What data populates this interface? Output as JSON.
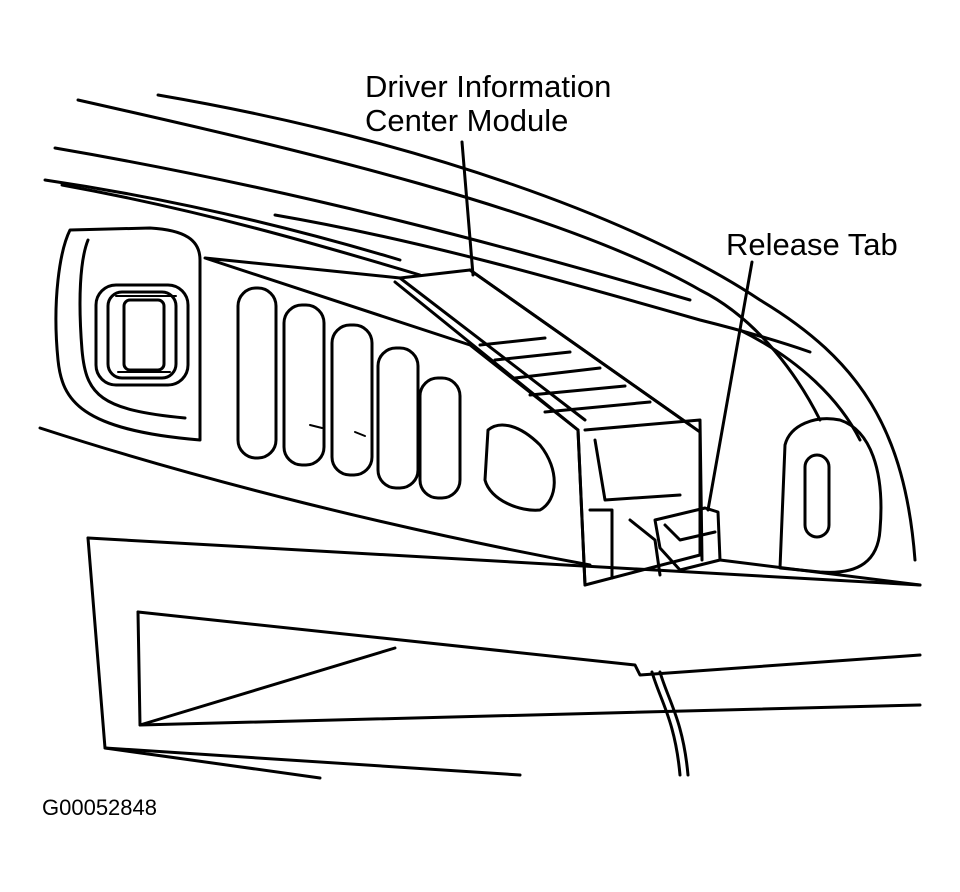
{
  "labels": {
    "module_line1": "Driver Information",
    "module_line2": "Center Module",
    "release_tab": "Release Tab"
  },
  "figure_code": "G00052848"
}
